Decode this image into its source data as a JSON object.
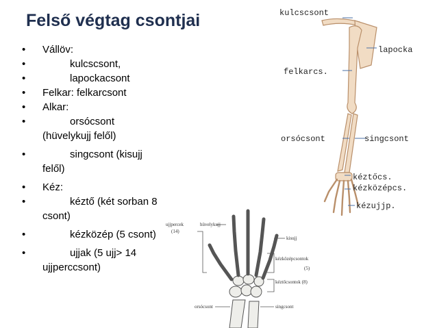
{
  "title": "Felső végtag csontjai",
  "bullets": [
    {
      "text": "Vállöv:",
      "indent": false
    },
    {
      "text": "kulcscsont,",
      "indent": true
    },
    {
      "text": "lapockacsont",
      "indent": true
    },
    {
      "text": "Felkar: felkarcsont",
      "indent": false
    },
    {
      "text": "Alkar:",
      "indent": false
    },
    {
      "text": "orsócsont (hüvelykujj felől)",
      "indent": true
    },
    {
      "text": "singcsont (kisujj felől)",
      "indent": true
    },
    {
      "text": "Kéz:",
      "indent": false
    },
    {
      "text": "kéztő (két sorban 8 csont)",
      "indent": true
    },
    {
      "text": "kézközép (5 csont)",
      "indent": true
    },
    {
      "text": "ujjak (5 ujj> 14 ujjperccsont)",
      "indent": true
    }
  ],
  "arm_labels": {
    "kulcscsont": "kulcscsont",
    "lapocka": "lapocka",
    "felkarcs": "felkarcs.",
    "orsocsont": "orsócsont",
    "singcsont": "singcsont",
    "kezto": "kéztőcs.",
    "kezkozep": "kézközépcs.",
    "kezujj": "kézujjp."
  },
  "hand_labels": {
    "ujjpercek": "ujjpercek",
    "ujjpercek_count": "(14)",
    "huvelykujj": "hüvelykujj",
    "kisujj": "kisujj",
    "kezkozepcsontok": "kézközépcsontok",
    "kezkozepcsontok_count": "(5)",
    "keztocsontok": "kéztőcsontok (8)",
    "orsocsont": "orsócsont",
    "singcsont": "singcsont"
  },
  "colors": {
    "title": "#1f2f4f",
    "bone": "#f1dcc4",
    "bone_outline": "#b98f6a",
    "leader": "#4a6fa5"
  }
}
